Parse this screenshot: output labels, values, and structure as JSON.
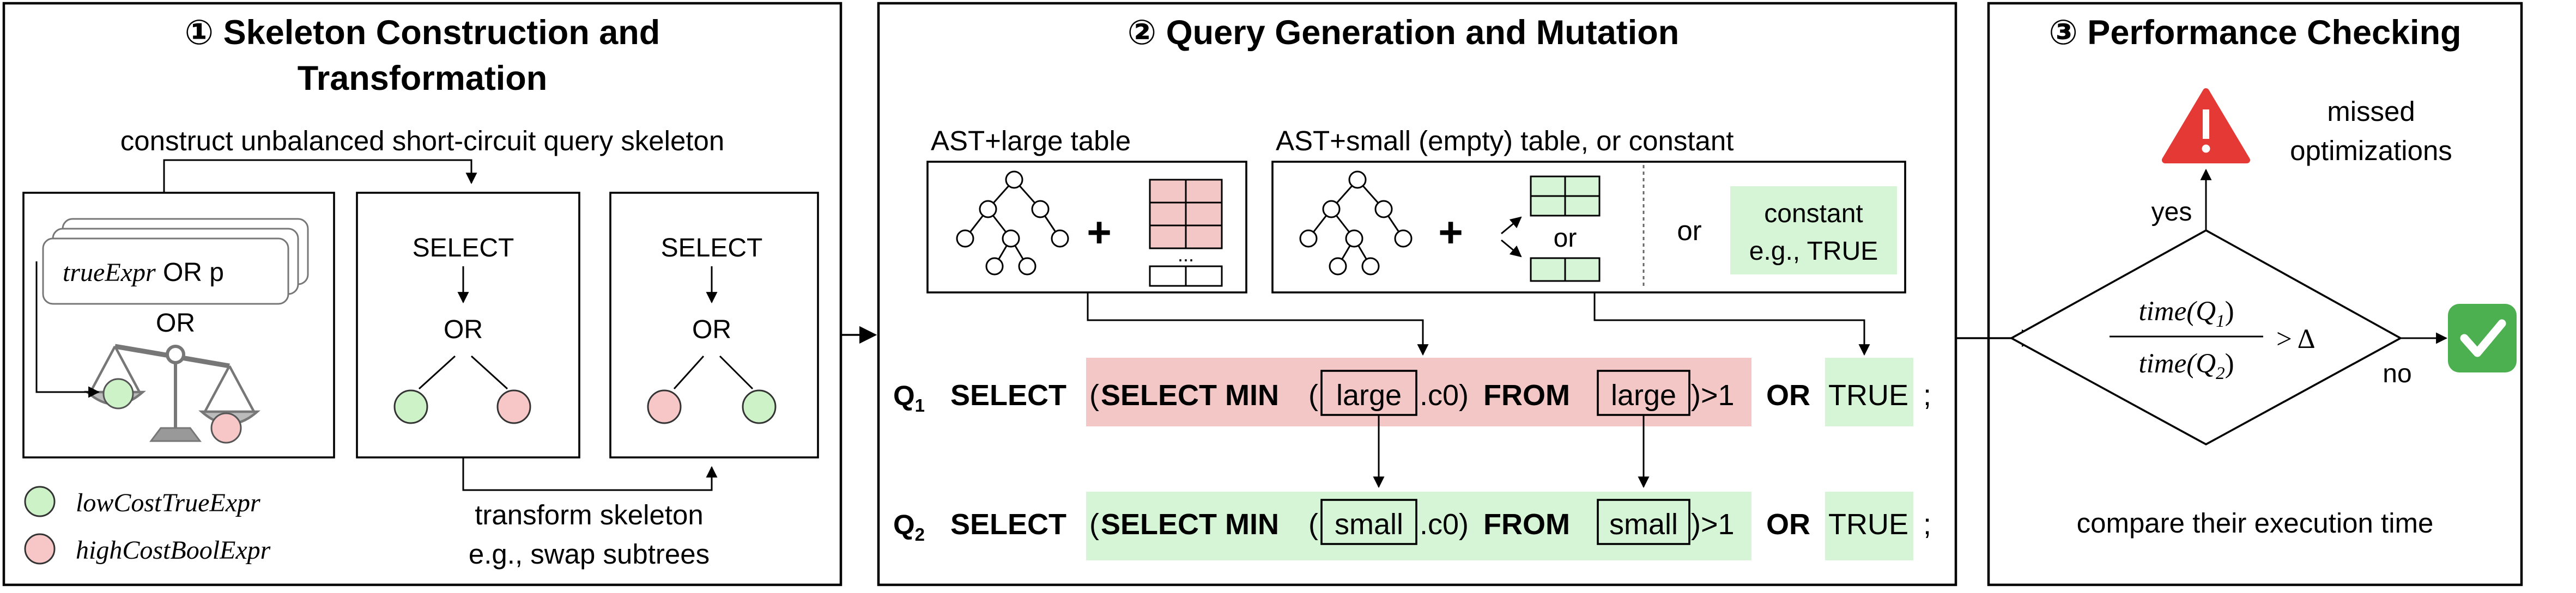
{
  "colors": {
    "pink": "#f4c7c7",
    "green": "#d6f5d6",
    "node_green": "#cdf2c8",
    "node_pink": "#f7c7c7",
    "warning_red": "#e53935",
    "check_green": "#4caf50"
  },
  "panel1": {
    "title_line1": "① Skeleton Construction and",
    "title_line2": "Transformation",
    "construct_label": "construct unbalanced short-circuit query skeleton",
    "card_text_expr": "trueExpr",
    "card_text_rest": " OR p",
    "scale_label": "OR",
    "skeleton_a": {
      "select": "SELECT",
      "or": "OR"
    },
    "skeleton_b": {
      "select": "SELECT",
      "or": "OR"
    },
    "transform_line1": "transform skeleton",
    "transform_line2": "e.g., swap subtrees",
    "legend_green": "lowCostTrueExpr",
    "legend_pink": "highCostBoolExpr",
    "icons": [
      "balance-scale-icon",
      "card-stack-icon"
    ]
  },
  "panel2": {
    "title": "②  Query Generation and Mutation",
    "label_large": "AST+large table",
    "label_small": "AST+small (empty) table, or constant",
    "plus": "+",
    "or_word": "or",
    "constant_line1": "constant",
    "constant_line2": "e.g., TRUE",
    "q1": {
      "label": "Q",
      "sub": "1",
      "select": "SELECT",
      "paren_open": "(",
      "inner_select_min": "SELECT MIN",
      "paren_open2": "(",
      "table1": "large",
      "col": ".c0)",
      "from": "FROM",
      "table2": "large",
      "rest": ")>1",
      "or_kw": "OR",
      "true_val": "TRUE",
      "semi": ";"
    },
    "q2": {
      "label": "Q",
      "sub": "2",
      "select": "SELECT",
      "paren_open": "(",
      "inner_select_min": "SELECT MIN",
      "paren_open2": "(",
      "table1": "small",
      "col": ".c0)",
      "from": "FROM",
      "table2": "small",
      "rest": ")>1",
      "or_kw": "OR",
      "true_val": "TRUE",
      "semi": ";"
    }
  },
  "panel3": {
    "title": "③ Performance Checking",
    "missed_line1": "missed",
    "missed_line2": "optimizations",
    "yes": "yes",
    "no": "no",
    "numerator": "time(Q",
    "num_sub": "1",
    "denominator": "time(Q",
    "den_sub": "2",
    "close_paren": ")",
    "gt_delta": "> Δ",
    "compare": "compare their execution time",
    "icons": [
      "warning-icon",
      "check-icon"
    ]
  }
}
